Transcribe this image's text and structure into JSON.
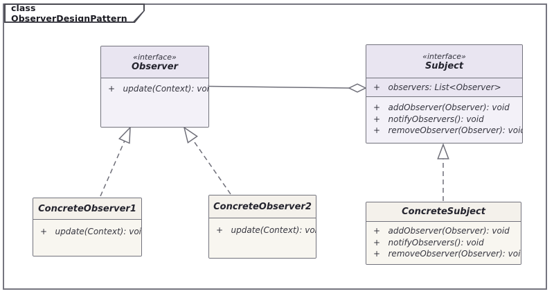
{
  "diagram": {
    "title": "class ObserverDesignPattern",
    "kind": "uml-class-diagram"
  },
  "classes": [
    {
      "id": "Observer",
      "stereotype": "«interface»",
      "name": "Observer",
      "attributes": [],
      "methods": [
        "+   update(Context): void"
      ]
    },
    {
      "id": "Subject",
      "stereotype": "«interface»",
      "name": "Subject",
      "attributes": [
        "+   observers: List<Observer>"
      ],
      "methods": [
        "+   addObserver(Observer): void",
        "+   notifyObservers(): void",
        "+   removeObserver(Observer): void"
      ]
    },
    {
      "id": "ConcreteObserver1",
      "stereotype": "",
      "name": "ConcreteObserver1",
      "attributes": [],
      "methods": [
        "+   update(Context): void"
      ]
    },
    {
      "id": "ConcreteObserver2",
      "stereotype": "",
      "name": "ConcreteObserver2",
      "attributes": [],
      "methods": [
        "+   update(Context): void"
      ]
    },
    {
      "id": "ConcreteSubject",
      "stereotype": "",
      "name": "ConcreteSubject",
      "attributes": [],
      "methods": [
        "+   addObserver(Observer): void",
        "+   notifyObservers(): void",
        "+   removeObserver(Observer): void"
      ]
    }
  ],
  "relations": [
    {
      "type": "aggregation",
      "from": "Observer",
      "to": "Subject"
    },
    {
      "type": "realization",
      "from": "ConcreteObserver1",
      "to": "Observer"
    },
    {
      "type": "realization",
      "from": "ConcreteObserver2",
      "to": "Observer"
    },
    {
      "type": "realization",
      "from": "ConcreteSubject",
      "to": "Subject"
    }
  ],
  "colors": {
    "frame_border": "#75757f",
    "interface_fill": "#e9e5f1",
    "interface_body_fill": "#f3f1f8",
    "class_fill": "#f4f1eb",
    "connector": "#6e6e78"
  }
}
